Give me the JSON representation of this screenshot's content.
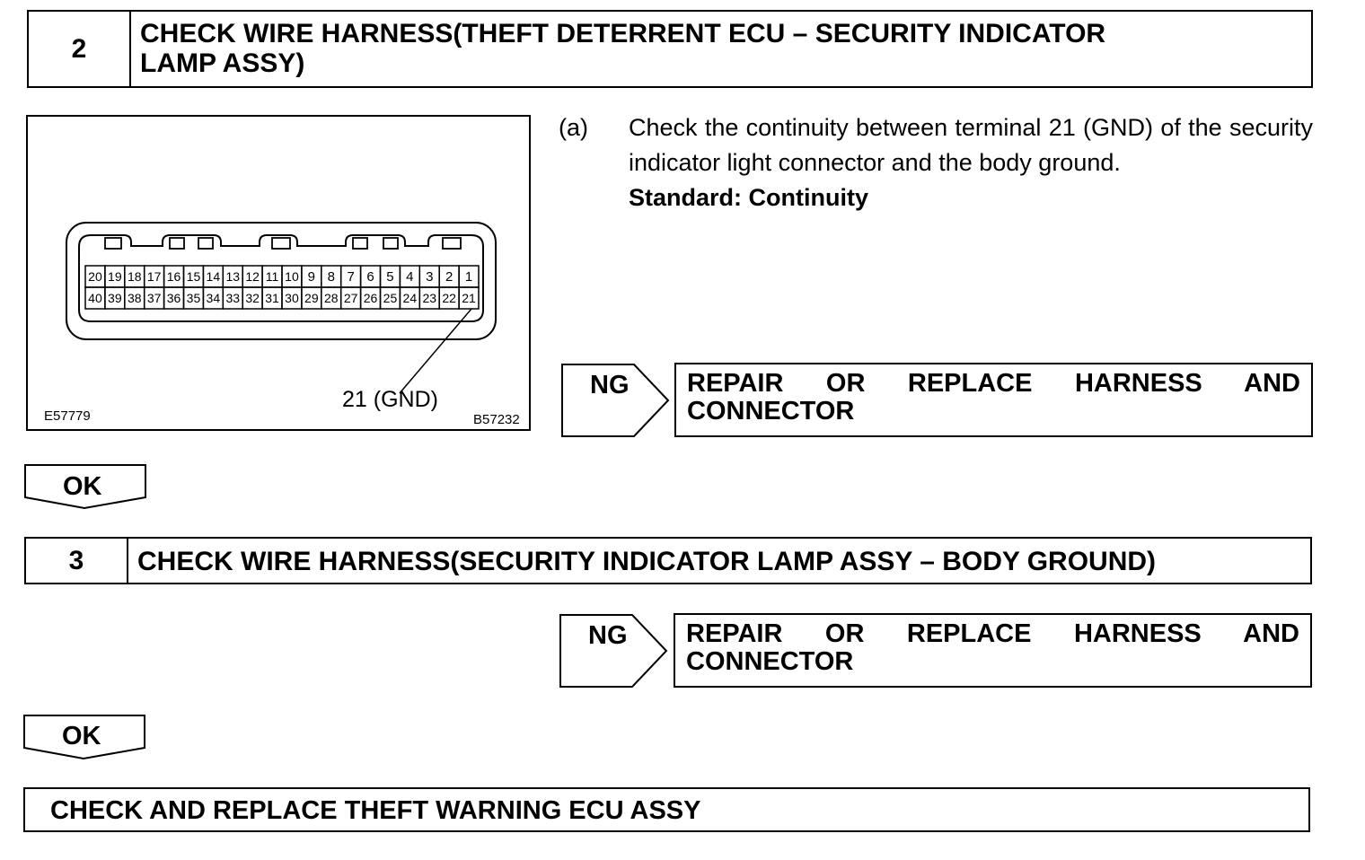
{
  "step2": {
    "number": "2",
    "title_line1": "CHECK WIRE HARNESS(THEFT DETERRENT ECU – SECURITY INDICATOR",
    "title_line2": "LAMP ASSY)"
  },
  "figure": {
    "terminal_row_top": [
      "20",
      "19",
      "18",
      "17",
      "16",
      "15",
      "14",
      "13",
      "12",
      "11",
      "10",
      "9",
      "8",
      "7",
      "6",
      "5",
      "4",
      "3",
      "2",
      "1"
    ],
    "terminal_row_bottom": [
      "40",
      "39",
      "38",
      "37",
      "36",
      "35",
      "34",
      "33",
      "32",
      "31",
      "30",
      "29",
      "28",
      "27",
      "26",
      "25",
      "24",
      "23",
      "22",
      "21"
    ],
    "callout": "21 (GND)",
    "code_left": "E57779",
    "code_right": "B57232"
  },
  "instruction": {
    "label": "(a)",
    "text": "Check the continuity between terminal 21 (GND) of the security indicator light connector and the body ground.",
    "standard": "Standard: Continuity"
  },
  "ng1": {
    "label": "NG",
    "result_line1": "REPAIR OR REPLACE HARNESS AND",
    "result_line2": "CONNECTOR"
  },
  "ok1": {
    "label": "OK"
  },
  "step3": {
    "number": "3",
    "title": "CHECK WIRE HARNESS(SECURITY INDICATOR LAMP ASSY – BODY GROUND)"
  },
  "ng2": {
    "label": "NG",
    "result_line1": "REPAIR OR REPLACE HARNESS AND",
    "result_line2": "CONNECTOR"
  },
  "ok2": {
    "label": "OK"
  },
  "final": {
    "text": "CHECK AND REPLACE THEFT WARNING ECU ASSY"
  }
}
